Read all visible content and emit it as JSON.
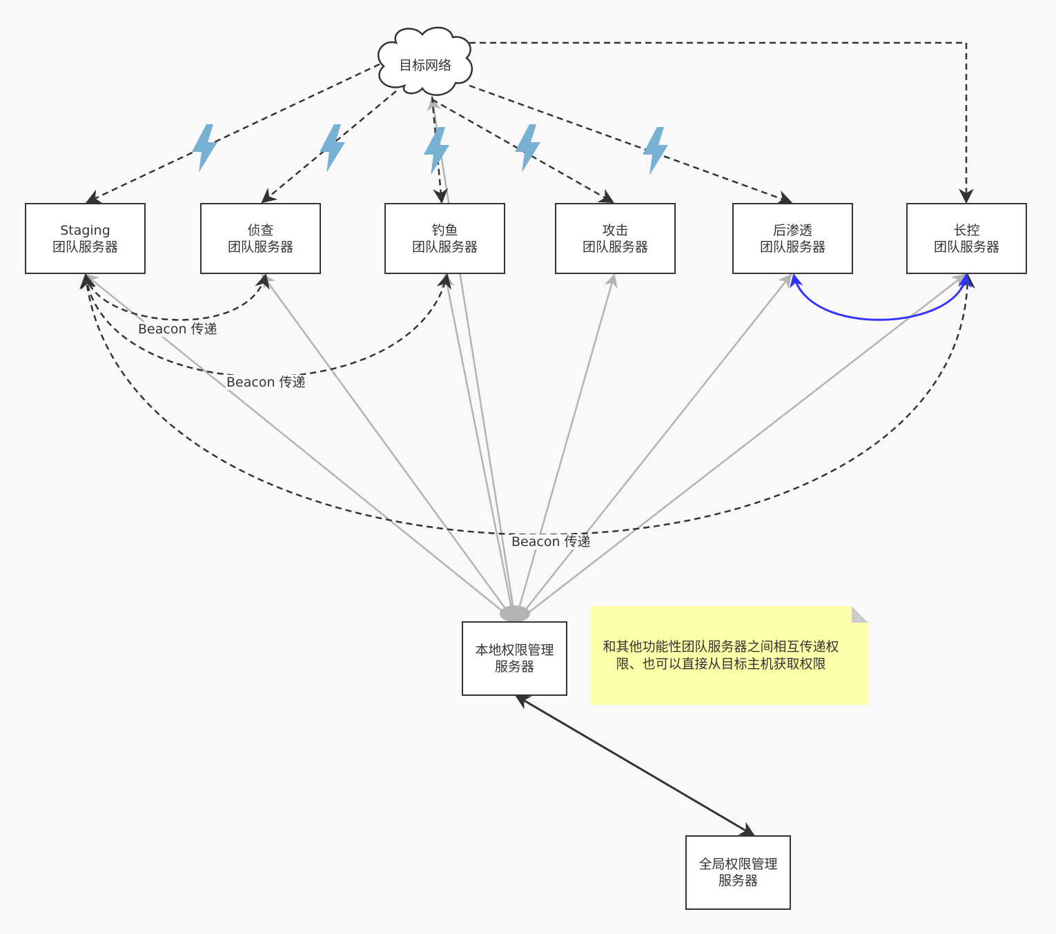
{
  "cloud": {
    "label": "目标网络",
    "icon": "cloud-icon"
  },
  "servers": [
    {
      "line1": "Staging",
      "line2": "团队服务器"
    },
    {
      "line1": "侦查",
      "line2": "团队服务器"
    },
    {
      "line1": "钓鱼",
      "line2": "团队服务器"
    },
    {
      "line1": "攻击",
      "line2": "团队服务器"
    },
    {
      "line1": "后渗透",
      "line2": "团队服务器"
    },
    {
      "line1": "长控",
      "line2": "团队服务器"
    }
  ],
  "local_manager": {
    "line1": "本地权限管理",
    "line2": "服务器"
  },
  "global_manager": {
    "line1": "全局权限管理",
    "line2": "服务器"
  },
  "beacon_labels": [
    "Beacon 传递",
    "Beacon 传递",
    "Beacon 传递"
  ],
  "note": {
    "text": "和其他功能性团队服务器之间相互传递权限、也可以直接从目标主机获取权限"
  },
  "icons": [
    "lightning-bolt-icon",
    "cloud-icon"
  ],
  "colors": {
    "background": "#f9f9f9",
    "dashed_edge": "#333333",
    "gray_edge": "#b3b3b3",
    "blue_edge": "#3333ff",
    "lightning": "#78b0d4",
    "note_fill": "#ffffa9"
  }
}
